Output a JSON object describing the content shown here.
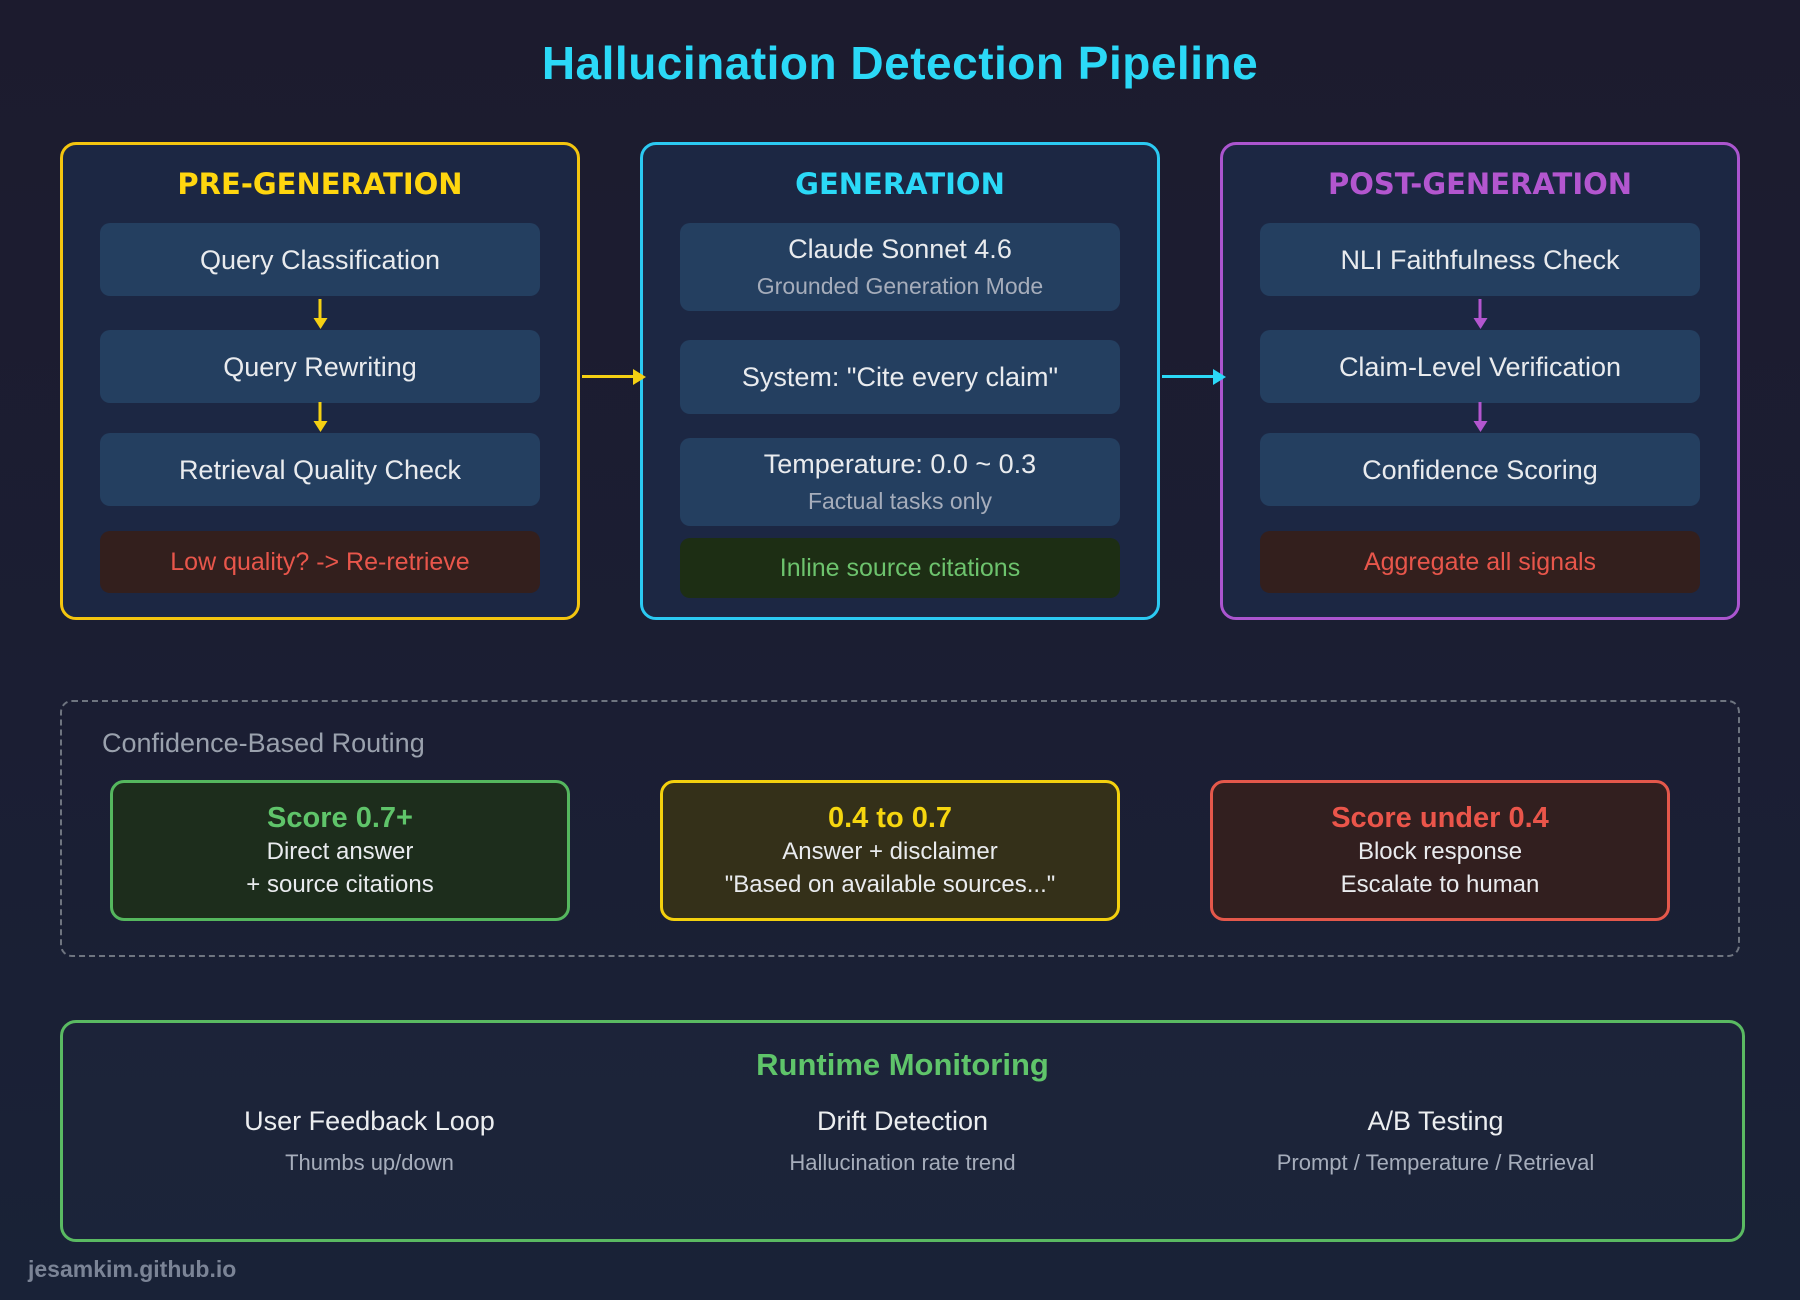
{
  "title": "Hallucination Detection Pipeline",
  "footer": "jesamkim.github.io",
  "colors": {
    "background_top": "#1c1b2e",
    "background_bottom": "#192237",
    "title_cyan": "#2bd9f7",
    "pre_accent": "#f3c50f",
    "gen_accent": "#2bc9f2",
    "post_accent": "#b356cf",
    "stage_box_fill": "#243f60",
    "column_fill": "#1c2743",
    "success_green": "#5fc46a",
    "warning_yellow": "#f6d60f",
    "alert_red": "#ea554a",
    "muted_gray": "#a6adbb"
  },
  "pipeline": {
    "columns": [
      {
        "title": "PRE-GENERATION",
        "stages": [
          {
            "title": "Query Classification"
          },
          {
            "title": "Query Rewriting"
          },
          {
            "title": "Retrieval Quality Check"
          }
        ],
        "note": {
          "text": "Low quality? -> Re-retrieve",
          "type": "alert"
        }
      },
      {
        "title": "GENERATION",
        "stages": [
          {
            "title": "Claude Sonnet 4.6",
            "subtitle": "Grounded Generation Mode"
          },
          {
            "title": "System: \"Cite every claim\""
          },
          {
            "title": "Temperature: 0.0 ~ 0.3",
            "subtitle": "Factual tasks only"
          }
        ],
        "note": {
          "text": "Inline source citations",
          "type": "success"
        }
      },
      {
        "title": "POST-GENERATION",
        "stages": [
          {
            "title": "NLI Faithfulness Check"
          },
          {
            "title": "Claim-Level Verification"
          },
          {
            "title": "Confidence Scoring"
          }
        ],
        "note": {
          "text": "Aggregate all signals",
          "type": "alert"
        }
      }
    ]
  },
  "routing": {
    "label": "Confidence-Based Routing",
    "branches": [
      {
        "title": "Score 0.7+",
        "lines": [
          "Direct answer",
          "+ source citations"
        ],
        "tone": "green"
      },
      {
        "title": "0.4 to 0.7",
        "lines": [
          "Answer + disclaimer",
          "\"Based on available sources...\""
        ],
        "tone": "yellow"
      },
      {
        "title": "Score under 0.4",
        "lines": [
          "Block response",
          "Escalate to human"
        ],
        "tone": "red"
      }
    ]
  },
  "monitoring": {
    "title": "Runtime Monitoring",
    "items": [
      {
        "title": "User Feedback Loop",
        "subtitle": "Thumbs up/down"
      },
      {
        "title": "Drift Detection",
        "subtitle": "Hallucination rate trend"
      },
      {
        "title": "A/B Testing",
        "subtitle": "Prompt / Temperature / Retrieval"
      }
    ]
  }
}
